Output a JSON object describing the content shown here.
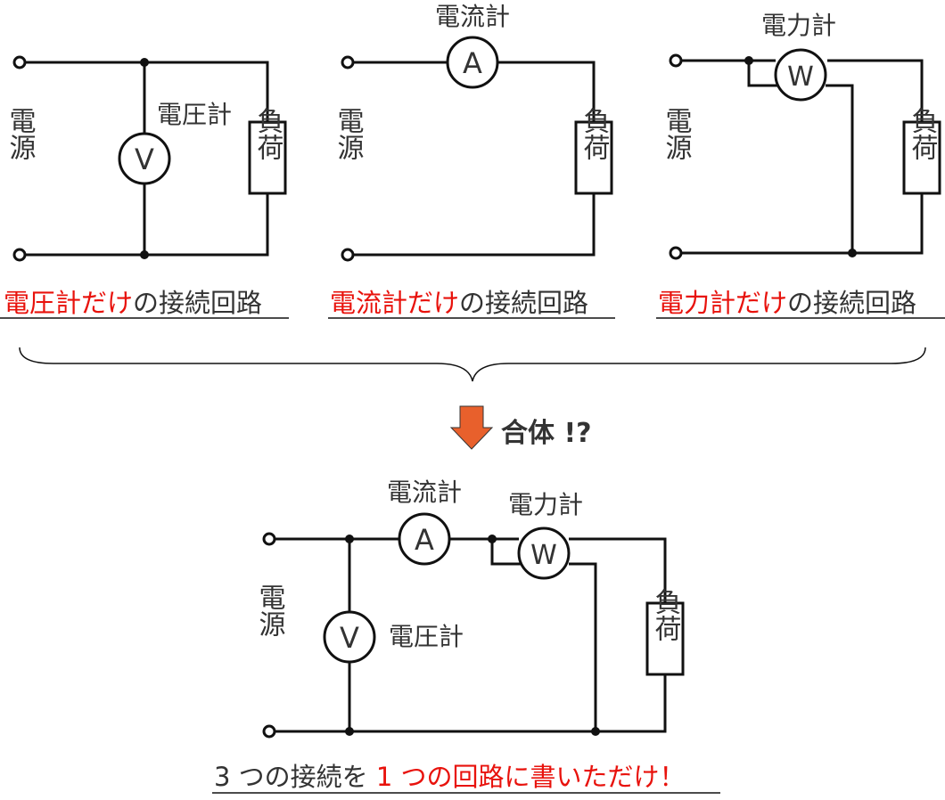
{
  "labels": {
    "source": "電源",
    "load": "負荷",
    "voltmeter": "電圧計",
    "ammeter": "電流計",
    "wattmeter": "電力計",
    "meter_v": "V",
    "meter_a": "A",
    "meter_w": "W"
  },
  "captions": {
    "voltmeter_red": "電圧計だけ",
    "voltmeter_rest": "の接続回路",
    "ammeter_red": "電流計だけ",
    "ammeter_rest": "の接続回路",
    "wattmeter_red": "電力計だけ",
    "wattmeter_rest": "の接続回路"
  },
  "merge": {
    "label": "合体 !?"
  },
  "bottom_caption": {
    "part1": "3 つの接続を ",
    "part2": "1 つの回路に書いただけ！"
  },
  "colors": {
    "accent_red": "#e8120c",
    "arrow_orange": "#e8602c",
    "wire": "#111111",
    "text": "#333333"
  }
}
